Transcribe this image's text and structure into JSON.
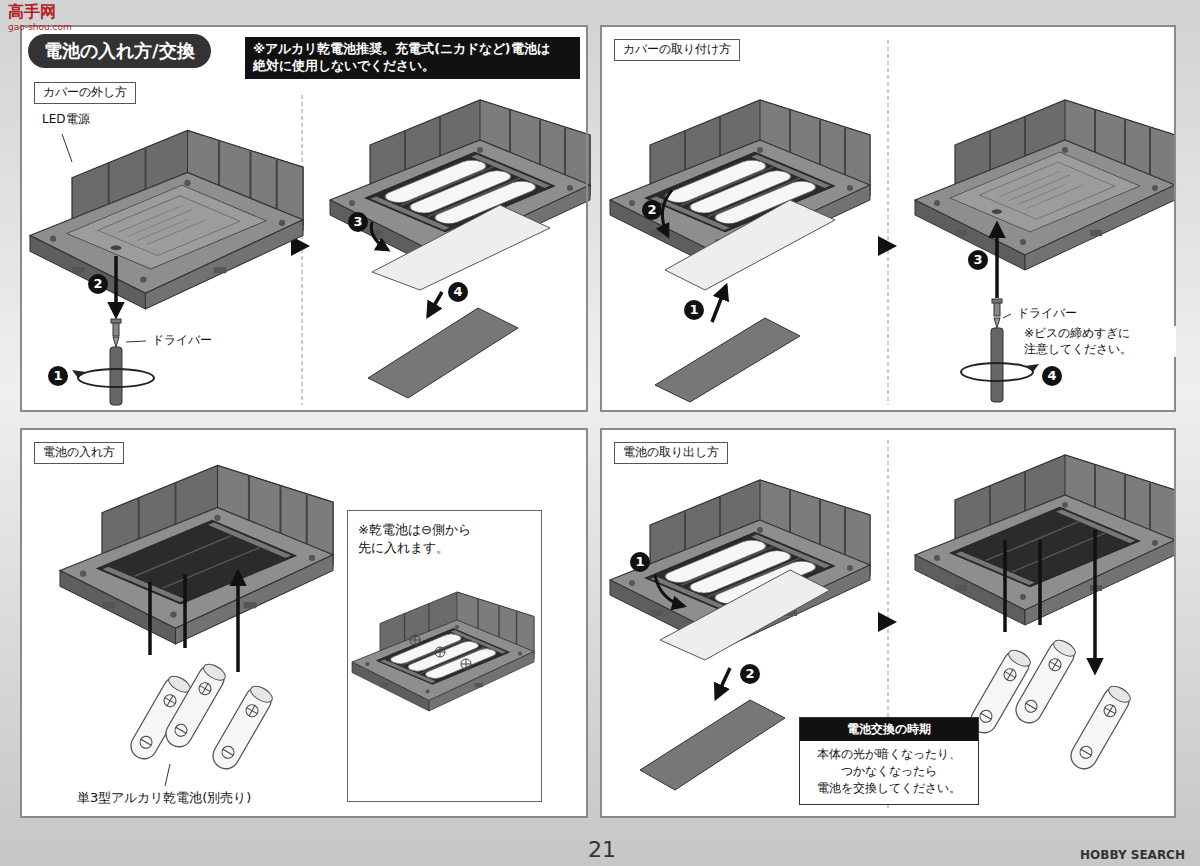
{
  "diagram": {
    "title": "電池の入れ方/交換",
    "nodes": [
      {
        "text": [
          "カバーの外し方"
        ]
      },
      {
        "text": [
          "※アルカリ乾電池推奨。充電式(ニカドなど)電池は 絶対に使用しないでください。"
        ],
        "in": 0
      },
      {
        "text": [
          "カバーの取り付け方"
        ]
      },
      {
        "text": [
          "電池の入れ方"
        ]
      },
      {
        "text": [
          "※乾電池は⊖側から 先に入れます。"
        ],
        "in": 3
      },
      {
        "text": [
          "電池の取り出し方"
        ]
      },
      {
        "text": [
          "電池交換の時期",
          "本体の光が暗くなったり、 つかなくなったら 電池を交換してください。"
        ],
        "in": 5
      }
    ],
    "labels": [
      "高手网",
      "gao-shou.com",
      "LED電源",
      "1",
      "2",
      "ドライバー",
      "3",
      "4",
      "1",
      "2",
      "3",
      "ドライバー",
      "※ビスの締めすぎに 注意してください。",
      "4",
      "単3型アルカリ乾電池(別売り)",
      "1",
      "2",
      "21",
      "HOBBY SEARCH"
    ]
  }
}
